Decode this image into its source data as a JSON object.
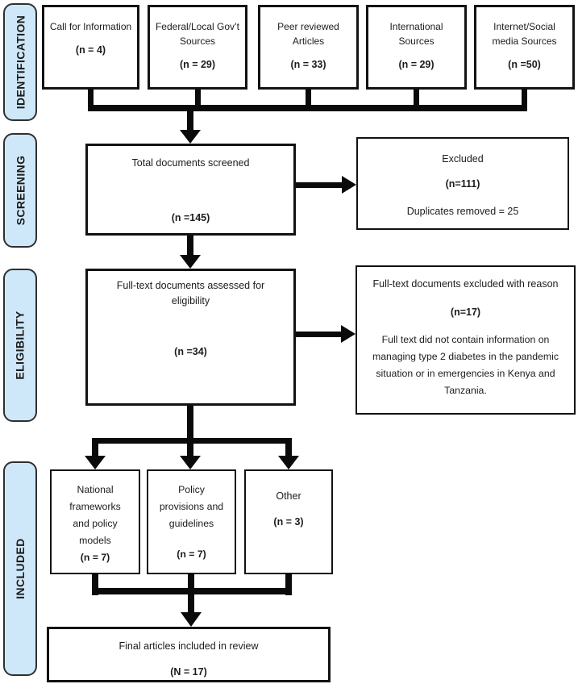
{
  "stages": [
    {
      "label": "IDENTIFICATION"
    },
    {
      "label": "SCREENING"
    },
    {
      "label": "ELIGIBILITY"
    },
    {
      "label": "INCLUDED"
    }
  ],
  "sources": [
    {
      "title": "Call for Information",
      "count": "(n = 4)"
    },
    {
      "title": "Federal/Local Gov’t Sources",
      "count": "(n = 29)"
    },
    {
      "title": "Peer reviewed Articles",
      "count": "(n = 33)"
    },
    {
      "title": "International Sources",
      "count": "(n = 29)"
    },
    {
      "title": "Internet/Social media Sources",
      "count": "(n =50)"
    }
  ],
  "screening": {
    "title": "Total documents screened",
    "count": "(n =145)"
  },
  "excluded": {
    "title": "Excluded",
    "count": "(n=111)",
    "note": "Duplicates removed = 25"
  },
  "eligibility": {
    "title": "Full-text documents assessed for eligibility",
    "count": "(n =34)"
  },
  "fulltext_excluded": {
    "title": "Full-text documents excluded with reason",
    "count": "(n=17)",
    "note": "Full text did not contain information on managing type 2 diabetes in the pandemic situation or in emergencies in Kenya and Tanzania."
  },
  "included": [
    {
      "title": "National frameworks and policy models",
      "count": "(n = 7)"
    },
    {
      "title": "Policy provisions and guidelines",
      "count": "(n = 7)"
    },
    {
      "title": "Other",
      "count": "(n = 3)"
    }
  ],
  "final": {
    "title": "Final articles included in review",
    "count": "(N = 17)"
  },
  "colors": {
    "stage_fill": "#cfe8f9",
    "stage_border": "#2f2f2f",
    "box_border": "#121212",
    "connector": "#0a0a0a",
    "text": "#1c1c1c"
  }
}
